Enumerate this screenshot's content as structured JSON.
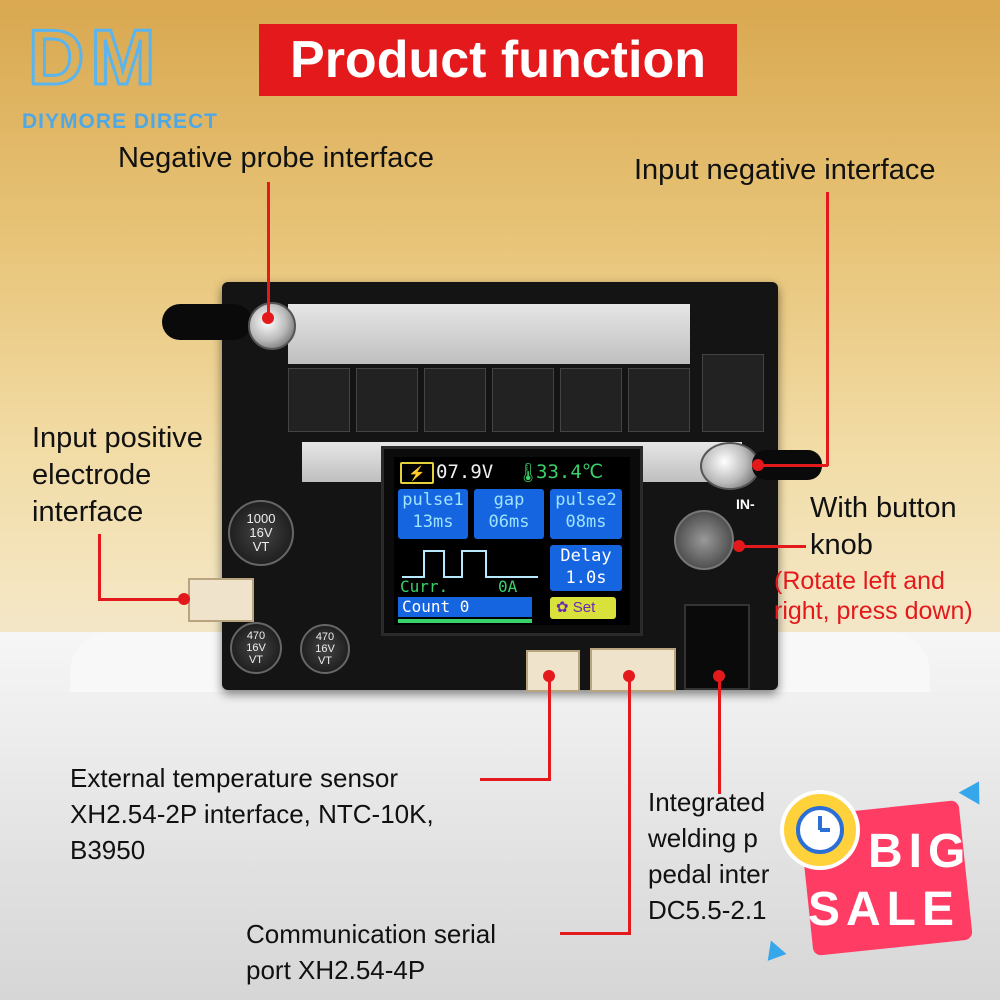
{
  "logo": {
    "letters": "DM",
    "tagline": "DIYMORE DIRECT"
  },
  "title": "Product function",
  "labels": {
    "negative_probe": "Negative probe interface",
    "input_negative": "Input negative interface",
    "input_positive": [
      "Input positive",
      "electrode",
      "interface"
    ],
    "button_knob": [
      "With button",
      "knob"
    ],
    "knob_note": [
      "(Rotate left and",
      "right, press down)"
    ],
    "temp_sensor": [
      "External temperature sensor",
      "XH2.54-2P interface, NTC-10K,",
      "B3950"
    ],
    "integrated": [
      "Integrated",
      "welding p",
      "pedal inter",
      "DC5.5-2.1"
    ],
    "comm_serial": [
      "Communication serial",
      "port XH2.54-4P"
    ]
  },
  "board": {
    "silk_in_minus": "IN-",
    "cap1": [
      "1000",
      "16V",
      "VT"
    ],
    "cap2": [
      "470",
      "16V",
      "VT"
    ],
    "cap3": [
      "470",
      "16V",
      "VT"
    ]
  },
  "lcd": {
    "voltage": "07.9V",
    "temperature": "33.4℃",
    "pulse1_label": "pulse1",
    "pulse1_value": "13ms",
    "gap_label": "gap",
    "gap_value": "06ms",
    "pulse2_label": "pulse2",
    "pulse2_value": "08ms",
    "delay_label": "Delay",
    "delay_value": "1.0s",
    "curr_label": "Curr.",
    "curr_value": "0A",
    "count": "Count 0",
    "set": "Set"
  },
  "sale": {
    "line1": "BIG",
    "line2": "SALE"
  },
  "colors": {
    "accent_red": "#e3191b",
    "logo_blue": "#5ab4ee",
    "lcd_blue": "#1565e0",
    "sale_pink": "#ff3d64"
  }
}
